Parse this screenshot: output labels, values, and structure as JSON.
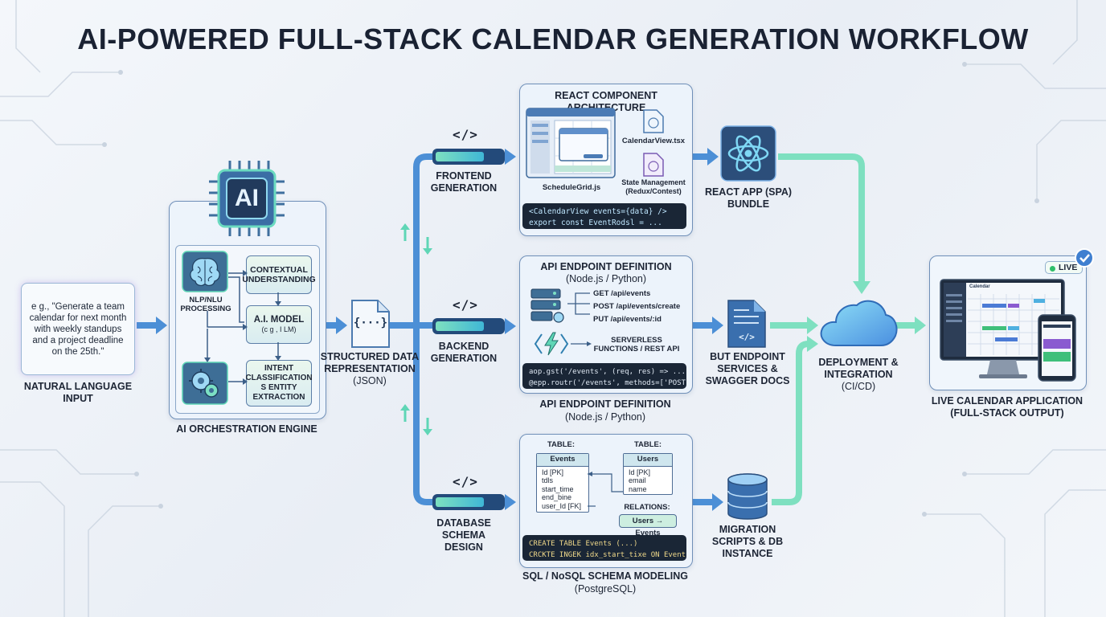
{
  "title": "AI-POWERED FULL-STACK CALENDAR GENERATION WORKFLOW",
  "colors": {
    "accent_teal": "#5fd6b6",
    "accent_blue": "#3f7fd0",
    "panel_border": "#6f8fb8",
    "code_bg": "#1a2636",
    "live_green": "#2fbf6a"
  },
  "input": {
    "quote": "e g., \"Generate a team calendar for next month with weekly standups and a project deadline on the 25th.\"",
    "label": "NATURAL LANGUAGE INPUT"
  },
  "engine": {
    "chip": "AI",
    "label": "AI ORCHESTRATION ENGINE",
    "nlp_label": "NLP/NLU PROCESSING",
    "contextual": "CONTEXTUAL UNDERSTANDING",
    "model": "A.I. MODEL",
    "model_sub": "(c g , I LM)",
    "intent": "INTENT CLASSIFICATION S ENTITY EXTRACTION",
    "icons": [
      "brain-icon",
      "cpu-chip-icon",
      "gears-icon"
    ]
  },
  "json_node": {
    "symbol": "{···}",
    "label": "STRUCTURED DATA REPRESENTATION",
    "sub": "(JSON)"
  },
  "frontend": {
    "label": "FRONTEND GENERATION"
  },
  "backend": {
    "label": "BACKEND GENERATION"
  },
  "database": {
    "label": "DATABASE SCHEMA DESIGN"
  },
  "code_symbol": "</>",
  "react_panel": {
    "title": "REACT COMPONENT ARCHITECTURE",
    "schedule_grid": "ScheduleGrid.js",
    "calendar_view": "CalendarView.tsx",
    "state_mgmt": "State Management (Redux/Contest)",
    "code": "<CalendarView events={data} />\nexport const EventRodsl = ..."
  },
  "react_app": {
    "label": "REACT APP (SPA) BUNDLE"
  },
  "api_panel": {
    "title": "API ENDPOINT DEFINITION",
    "title_sub": "(Node.js / Python)",
    "endpoints": [
      "GET /api/events",
      "POST /api/events/create",
      "PUT /api/events/:id"
    ],
    "serverless": "SERVERLESS FUNCTIONS / REST API",
    "code": "aop.gst('/events', (req, res) => ...)\n@epp.routr('/events', methods=['POST'])",
    "caption": "API ENDPOINT DEFINITION",
    "caption_sub": "(Node.js / Python)"
  },
  "services": {
    "label": "BUT ENDPOINT SERVICES & SWAGGER DOCS"
  },
  "schema_panel": {
    "table_label_1": "TABLE:",
    "table_label_2": "TABLE:",
    "events_table": {
      "name": "Events",
      "fields": [
        "Id [PK]",
        "tdls",
        "start_time",
        "end_bine",
        "user_Id [FK]"
      ]
    },
    "users_table": {
      "name": "Users",
      "fields": [
        "Id [PK]",
        "email",
        "name"
      ]
    },
    "relations_label": "RELATIONS:",
    "relation": "Users → Events",
    "code": "CREATE TABLE Events (...)\nCRCKTE INGEK idx_start_tixe ON Events...",
    "caption": "SQL / NoSQL SCHEMA MODELING",
    "caption_sub": "(PostgreSQL)"
  },
  "migration": {
    "label": "MIGRATION SCRIPTS & DB INSTANCE"
  },
  "deployment": {
    "label": "DEPLOYMENT & INTEGRATION",
    "sub": "(CI/CD)"
  },
  "live_app": {
    "badge": "LIVE",
    "screen_title": "Calendar",
    "label": "LIVE CALENDAR APPLICATION (FULL-STACK OUTPUT)"
  }
}
